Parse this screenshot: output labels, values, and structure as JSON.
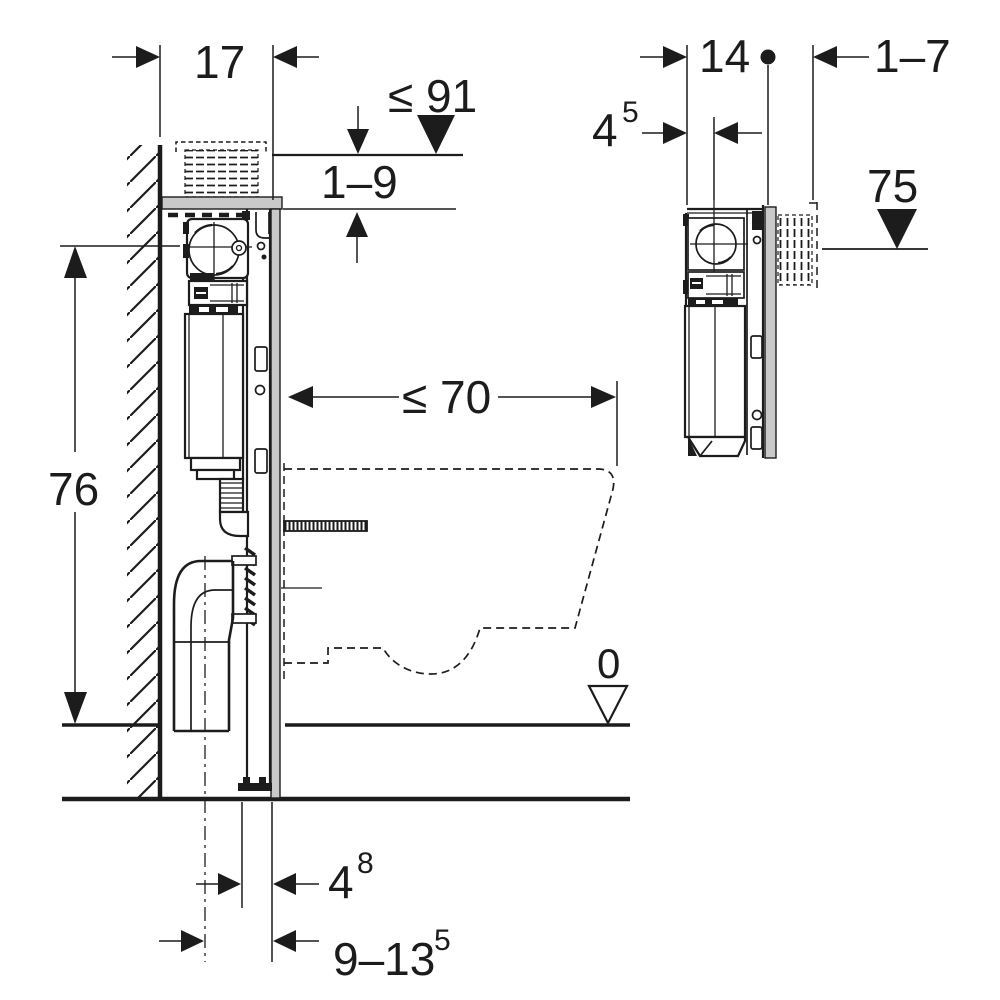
{
  "page": {
    "background": "#ffffff"
  },
  "drawing": {
    "type": "installation-dimension-drawing",
    "colors": {
      "line": "#1c1c1c",
      "panel_gray": "#c9c9c9"
    },
    "front_view": {
      "frame_depth": "17",
      "top_edge_max_height": "≤ 91",
      "top_adjust_range": "1–9",
      "frame_height": "76",
      "bowl_projection_max": "≤ 70",
      "floor_datum": "0",
      "outlet_offset": {
        "base": "4",
        "sup": "8"
      },
      "outlet_center_range": {
        "base": "9–13",
        "sup": "5"
      }
    },
    "side_view": {
      "frame_depth": "14",
      "supply_center_offset": {
        "base": "4",
        "sup": "5"
      },
      "wall_finish_range": "1–7",
      "actuator_datum_height": "75"
    }
  }
}
